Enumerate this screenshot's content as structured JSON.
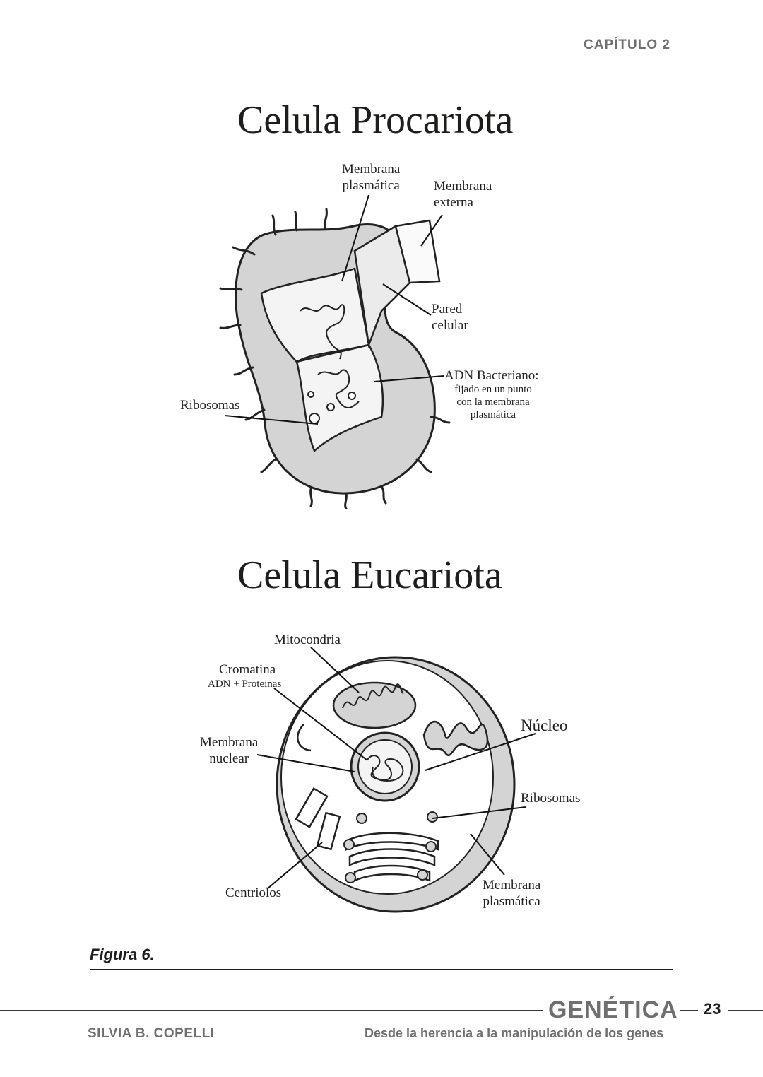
{
  "header": {
    "chapter": "CAPÍTULO 2"
  },
  "prokaryote": {
    "title": "Celula Procariota",
    "labels": {
      "plasma_membrane": [
        "Membrana",
        "plasmática"
      ],
      "outer_membrane": [
        "Membrana",
        "externa"
      ],
      "cell_wall": [
        "Pared",
        "celular"
      ],
      "dna_title": "ADN Bacteriano:",
      "dna_note": [
        "fijado en un punto",
        "con la membrana",
        "plasmática"
      ],
      "ribosomes": "Ribosomas"
    }
  },
  "eukaryote": {
    "title": "Celula Eucariota",
    "labels": {
      "mitochondria": "Mitocondria",
      "chromatin": "Cromatina",
      "chromatin_note": "ADN + Proteinas",
      "nuclear_membrane": [
        "Membrana",
        "nuclear"
      ],
      "nucleus": "Núcleo",
      "ribosomes": "Ribosomas",
      "centrioles": "Centriolos",
      "plasma_membrane": [
        "Membrana",
        "plasmática"
      ]
    }
  },
  "figure": {
    "caption": "Figura 6."
  },
  "footer": {
    "brand": "GENÉTICA",
    "page_number": "23",
    "author": "SILVIA B. COPELLI",
    "subtitle": "Desde la herencia a la manipulación de los genes"
  },
  "colors": {
    "accent_gray": "#6f6f6f",
    "ink": "#1d1d1b",
    "fill_gray": "#d4d4d4"
  }
}
